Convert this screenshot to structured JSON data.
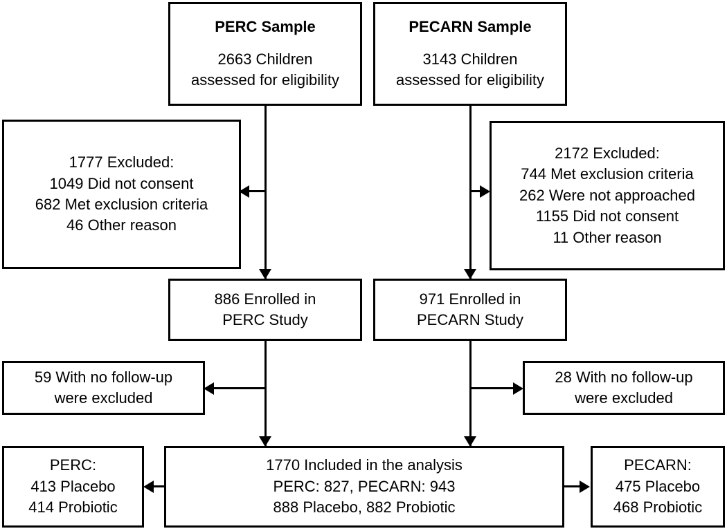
{
  "diagram": {
    "type": "consort-flow-diagram",
    "colors": {
      "stroke": "#000000",
      "background": "#ffffff",
      "text": "#000000"
    },
    "nodes": {
      "perc_sample": {
        "title": "PERC Sample",
        "line1": "2663 Children",
        "line2": "assessed for eligibility"
      },
      "pecarn_sample": {
        "title": "PECARN Sample",
        "line1": "3143 Children",
        "line2": "assessed for eligibility"
      },
      "perc_excluded": {
        "line1": "1777 Excluded:",
        "line2": "1049 Did not consent",
        "line3": "682 Met exclusion criteria",
        "line4": "46 Other reason"
      },
      "pecarn_excluded": {
        "line1": "2172 Excluded:",
        "line2": "744 Met exclusion criteria",
        "line3": "262 Were not approached",
        "line4": "1155 Did not consent",
        "line5": "11 Other reason"
      },
      "perc_enrolled": {
        "line1": "886 Enrolled in",
        "line2": "PERC Study"
      },
      "pecarn_enrolled": {
        "line1": "971 Enrolled in",
        "line2": "PECARN Study"
      },
      "perc_nofollowup": {
        "line1": "59 With no follow-up",
        "line2": "were excluded"
      },
      "pecarn_nofollowup": {
        "line1": "28 With no follow-up",
        "line2": "were excluded"
      },
      "analysis": {
        "line1": "1770 Included in the analysis",
        "line2": "PERC: 827, PECARN: 943",
        "line3": "888 Placebo, 882 Probiotic"
      },
      "perc_result": {
        "line1": "PERC:",
        "line2": "413 Placebo",
        "line3": "414 Probiotic"
      },
      "pecarn_result": {
        "line1": "PECARN:",
        "line2": "475 Placebo",
        "line3": "468 Probiotic"
      }
    },
    "chart_data": {
      "type": "table",
      "title": "PERC / PECARN CONSORT participant flow",
      "columns": [
        "stage",
        "PERC",
        "PECARN"
      ],
      "rows": [
        {
          "stage": "Assessed for eligibility",
          "PERC": 2663,
          "PECARN": 3143
        },
        {
          "stage": "Excluded (total)",
          "PERC": 1777,
          "PECARN": 2172
        },
        {
          "stage": "Did not consent",
          "PERC": 1049,
          "PECARN": 1155
        },
        {
          "stage": "Met exclusion criteria",
          "PERC": 682,
          "PECARN": 744
        },
        {
          "stage": "Were not approached",
          "PERC": null,
          "PECARN": 262
        },
        {
          "stage": "Other reason",
          "PERC": 46,
          "PECARN": 11
        },
        {
          "stage": "Enrolled",
          "PERC": 886,
          "PECARN": 971
        },
        {
          "stage": "No follow-up, excluded",
          "PERC": 59,
          "PECARN": 28
        },
        {
          "stage": "Included in analysis",
          "PERC": 827,
          "PECARN": 943
        },
        {
          "stage": "Placebo",
          "PERC": 413,
          "PECARN": 475
        },
        {
          "stage": "Probiotic",
          "PERC": 414,
          "PECARN": 468
        }
      ],
      "totals": {
        "included_in_analysis": 1770,
        "placebo": 888,
        "probiotic": 882
      }
    }
  }
}
